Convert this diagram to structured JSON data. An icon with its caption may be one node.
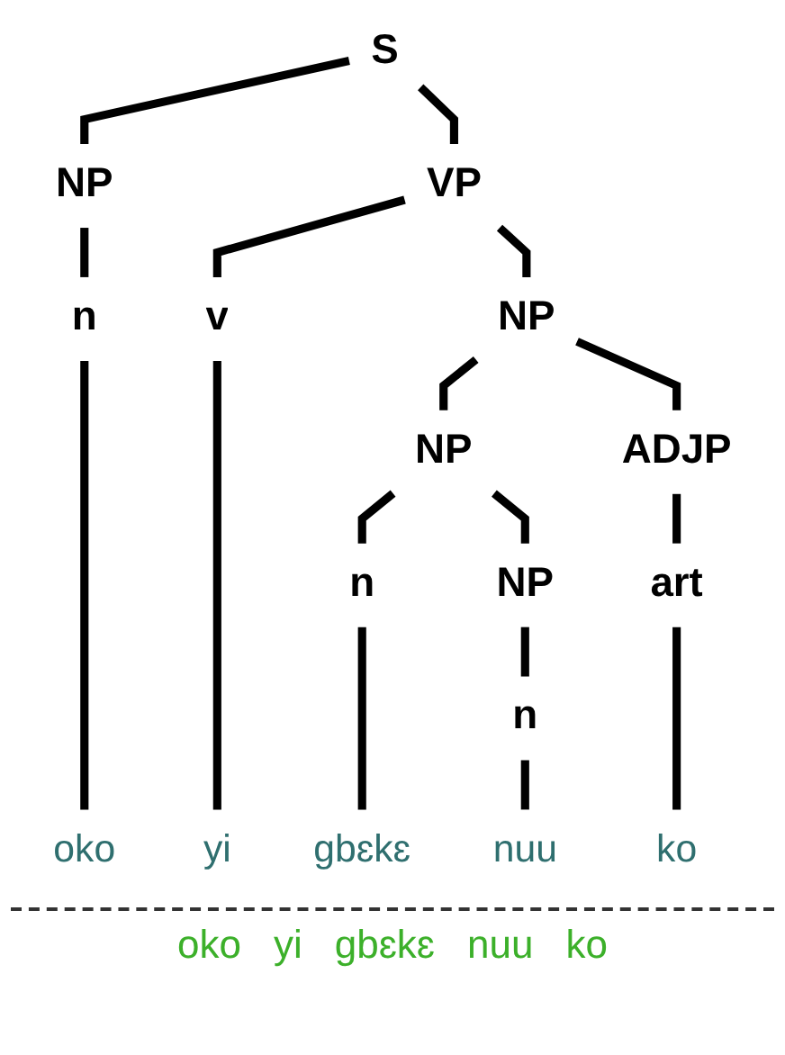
{
  "diagram": {
    "nodes": [
      {
        "text": [
          "S"
        ]
      },
      {
        "text": [
          "NP"
        ]
      },
      {
        "text": [
          "VP"
        ]
      },
      {
        "text": [
          "n"
        ]
      },
      {
        "text": [
          "v"
        ]
      },
      {
        "text": [
          "NP"
        ]
      },
      {
        "text": [
          "NP"
        ]
      },
      {
        "text": [
          "ADJP"
        ]
      },
      {
        "text": [
          "n"
        ]
      },
      {
        "text": [
          "NP"
        ]
      },
      {
        "text": [
          "art"
        ]
      },
      {
        "text": [
          "n"
        ]
      },
      {
        "text": [
          "oko"
        ]
      },
      {
        "text": [
          "yi"
        ]
      },
      {
        "text": [
          "gbɛkɛ"
        ]
      },
      {
        "text": [
          "nuu"
        ]
      },
      {
        "text": [
          "ko"
        ]
      }
    ],
    "edges": [
      {
        "from": 0,
        "to": 1,
        "arrow": "none"
      },
      {
        "from": 0,
        "to": 2,
        "arrow": "none"
      },
      {
        "from": 1,
        "to": 3,
        "arrow": "none"
      },
      {
        "from": 3,
        "to": 12,
        "arrow": "none"
      },
      {
        "from": 2,
        "to": 4,
        "arrow": "none"
      },
      {
        "from": 2,
        "to": 5,
        "arrow": "none"
      },
      {
        "from": 4,
        "to": 13,
        "arrow": "none"
      },
      {
        "from": 5,
        "to": 6,
        "arrow": "none"
      },
      {
        "from": 5,
        "to": 7,
        "arrow": "none"
      },
      {
        "from": 6,
        "to": 8,
        "arrow": "none"
      },
      {
        "from": 6,
        "to": 9,
        "arrow": "none"
      },
      {
        "from": 8,
        "to": 14,
        "arrow": "none"
      },
      {
        "from": 9,
        "to": 11,
        "arrow": "none"
      },
      {
        "from": 11,
        "to": 15,
        "arrow": "none"
      },
      {
        "from": 7,
        "to": 10,
        "arrow": "none"
      },
      {
        "from": 10,
        "to": 16,
        "arrow": "none"
      }
    ],
    "labels": [
      "oko",
      "yi",
      "gbɛkɛ",
      "nuu",
      "ko"
    ]
  }
}
